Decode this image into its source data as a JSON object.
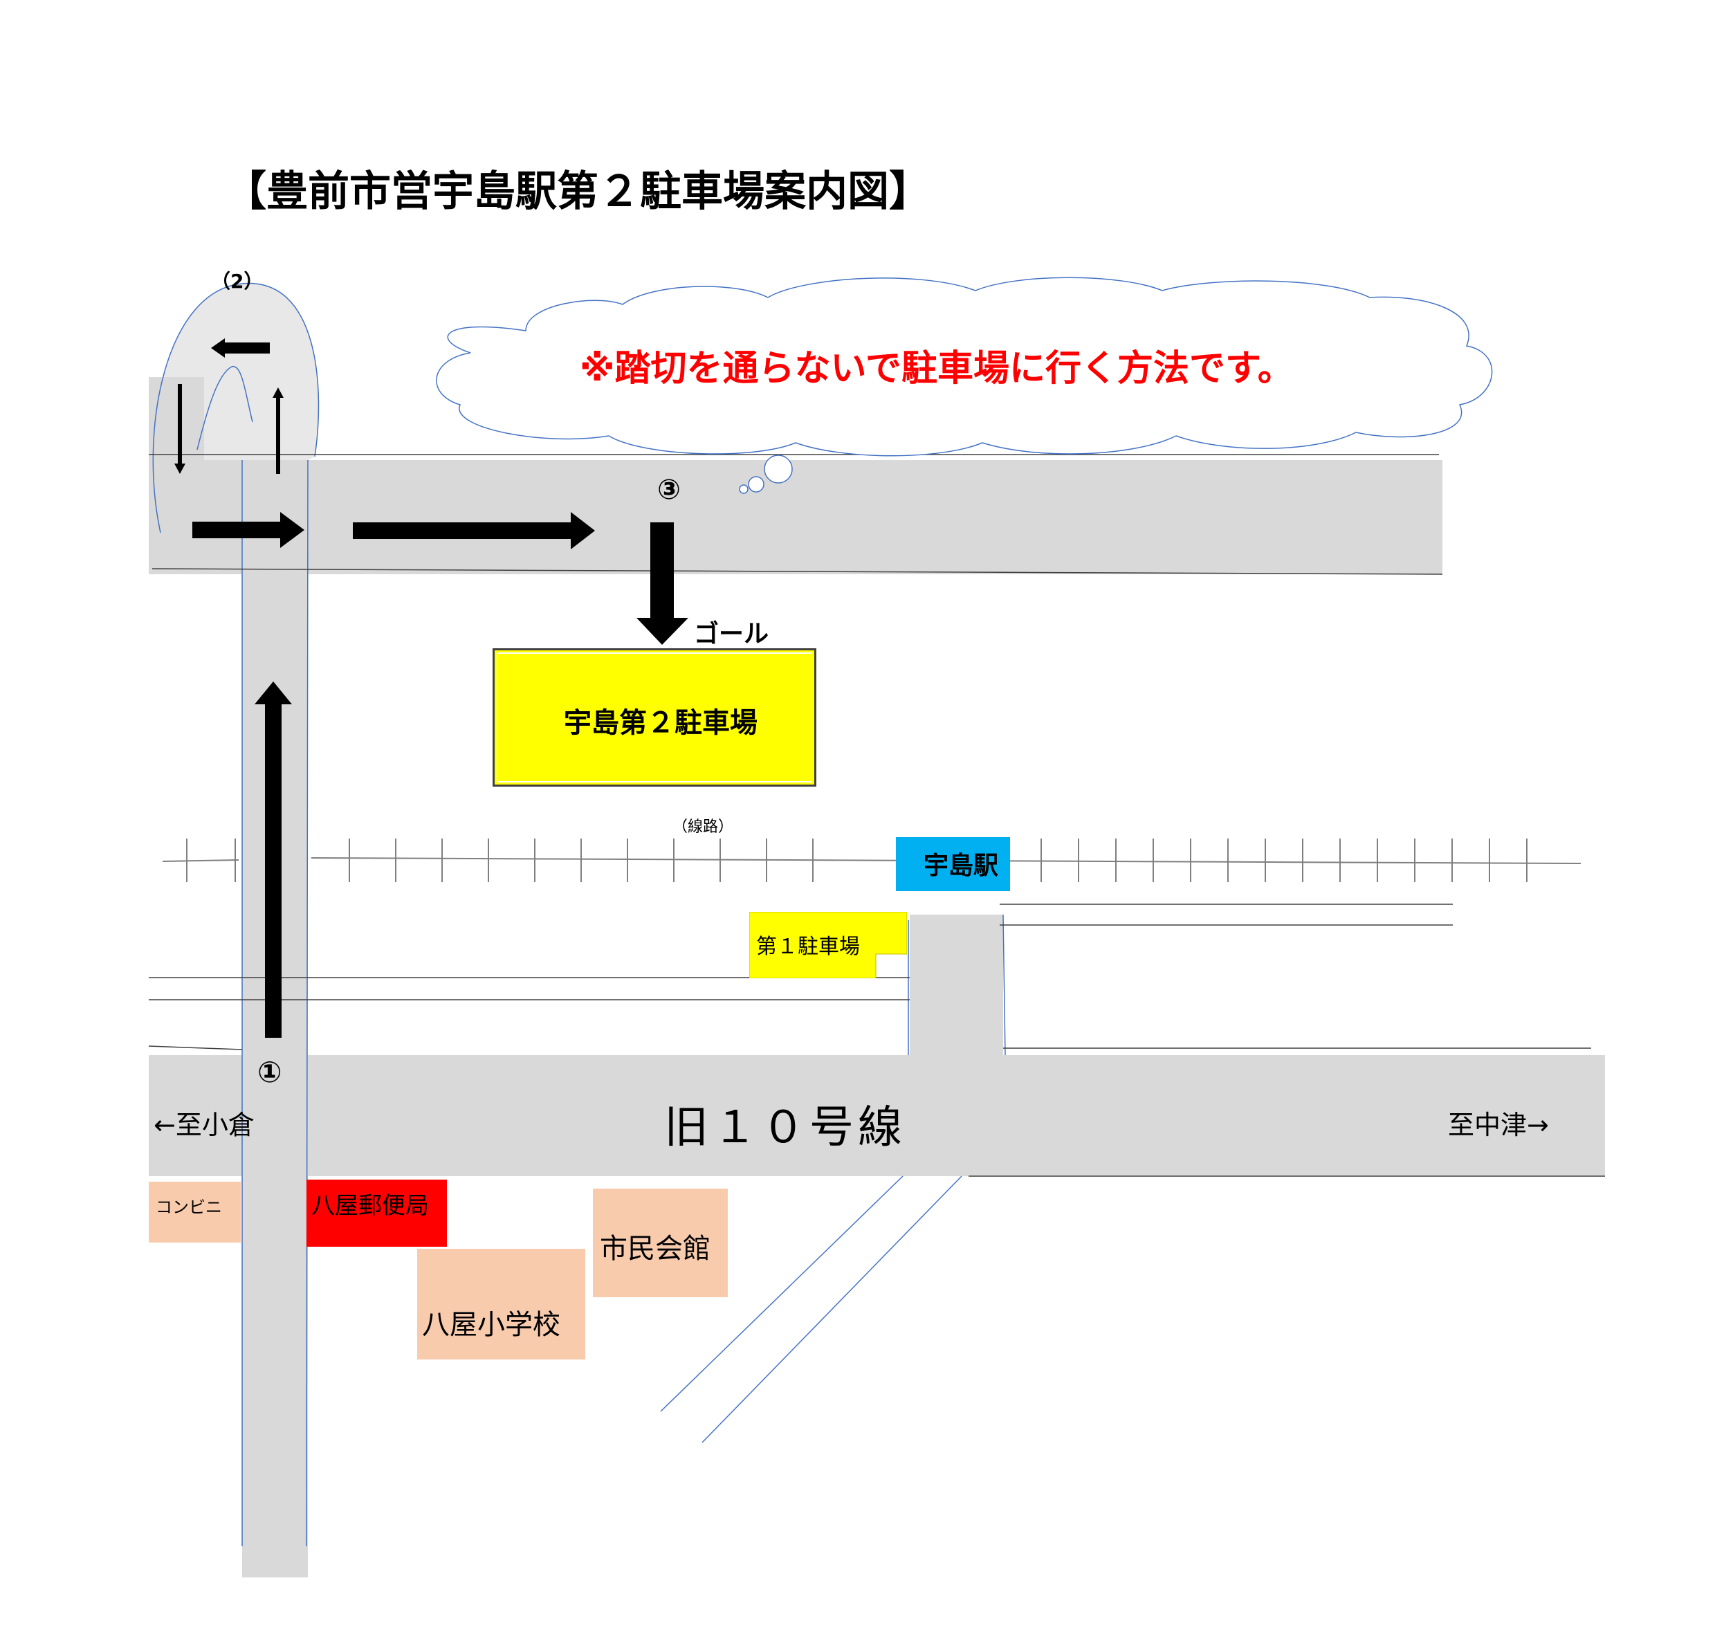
{
  "title": "【豊前市営宇島駅第２駐車場案内図】",
  "note": "※踏切を通らないで駐車場に行く方法です。",
  "steps": {
    "one": "①",
    "two": "（2）",
    "three": "③",
    "goal": "ゴール"
  },
  "places": {
    "parking2": "宇島第２駐車場",
    "parking1": "第１駐車場",
    "station": "宇島駅",
    "railway": "（線路）",
    "convenience": "コンビニ",
    "post_office": "八屋郵便局",
    "civic_hall": "市民会館",
    "school": "八屋小学校"
  },
  "road": {
    "name": "旧１０号線",
    "west": "←至小倉",
    "east": "至中津→"
  },
  "colors": {
    "road": "#d9d9d9",
    "arrow": "#000000",
    "parking2": "#ffff00",
    "parking1": "#ffff00",
    "station": "#00b0f0",
    "post_office": "#ff0000",
    "buildings": "#f8cbad",
    "note_text": "#ff0000",
    "thin_line": "#4472c4"
  },
  "icons": [
    "arrow-left-icon",
    "arrow-right-icon",
    "arrow-up-icon",
    "arrow-down-icon",
    "thought-cloud-icon"
  ]
}
